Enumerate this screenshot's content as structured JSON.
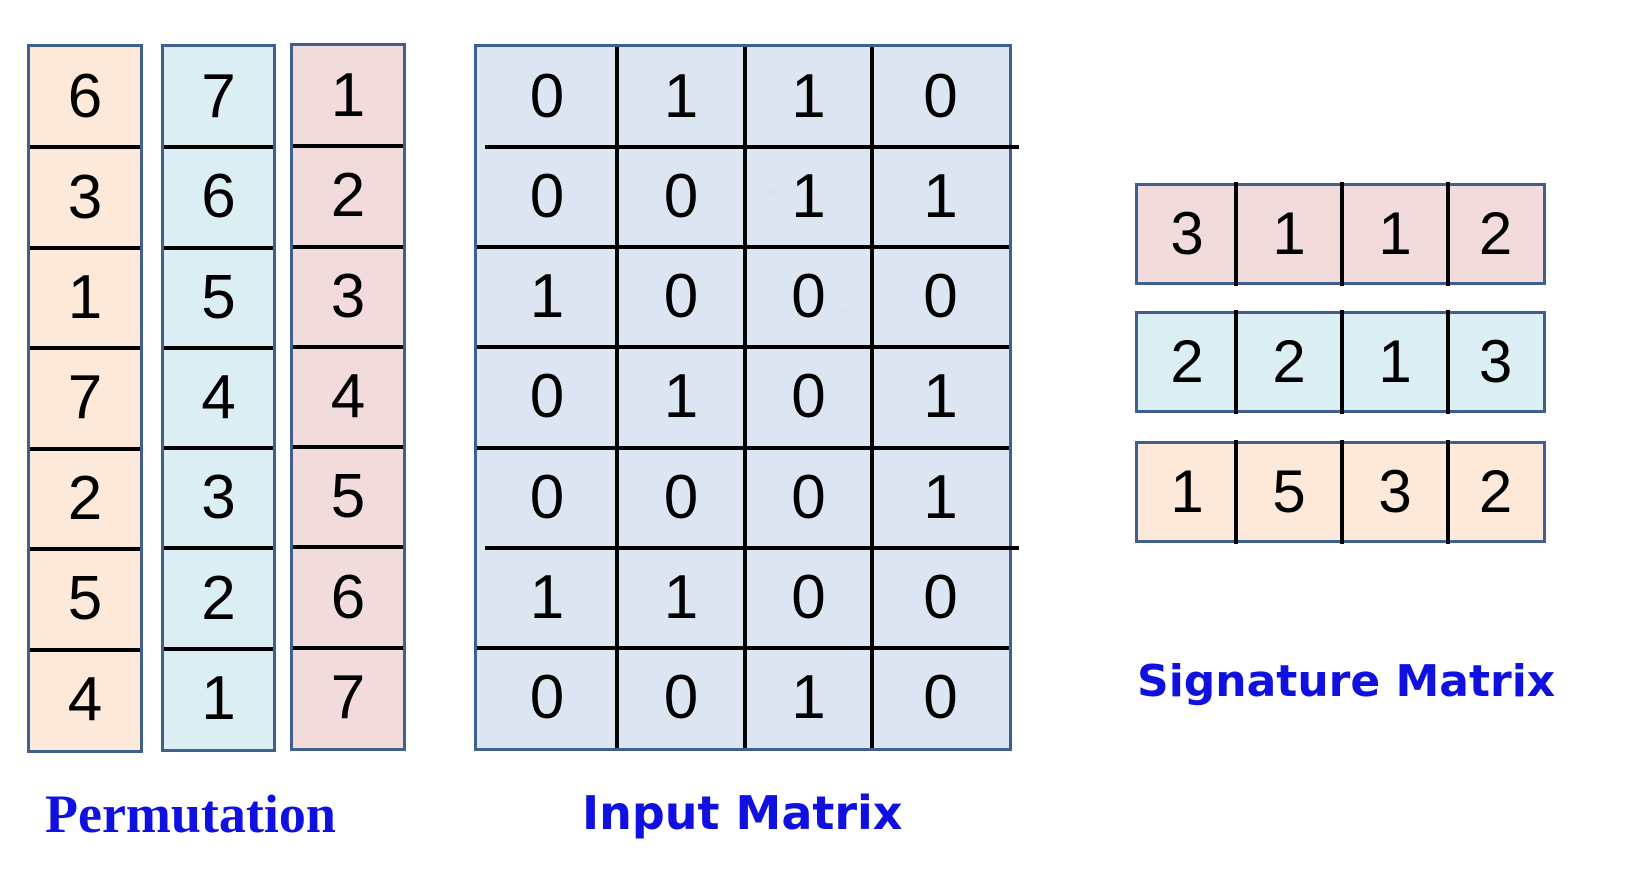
{
  "permutation": {
    "caption": "Permutation",
    "columns": [
      {
        "color": "#fde9d9",
        "values": [
          "6",
          "3",
          "1",
          "7",
          "2",
          "5",
          "4"
        ]
      },
      {
        "color": "#daeef3",
        "values": [
          "7",
          "6",
          "5",
          "4",
          "3",
          "2",
          "1"
        ]
      },
      {
        "color": "#f2dcdb",
        "values": [
          "1",
          "2",
          "3",
          "4",
          "5",
          "6",
          "7"
        ]
      }
    ]
  },
  "input_matrix": {
    "caption": "Input Matrix",
    "color": "#dce6f2",
    "rows": [
      [
        "0",
        "1",
        "1",
        "0"
      ],
      [
        "0",
        "0",
        "1",
        "1"
      ],
      [
        "1",
        "0",
        "0",
        "0"
      ],
      [
        "0",
        "1",
        "0",
        "1"
      ],
      [
        "0",
        "0",
        "0",
        "1"
      ],
      [
        "1",
        "1",
        "0",
        "0"
      ],
      [
        "0",
        "0",
        "1",
        "0"
      ]
    ]
  },
  "signature_matrix": {
    "caption": "Signature Matrix",
    "rows": [
      {
        "color": "#f2dcdb",
        "values": [
          "3",
          "1",
          "1",
          "2"
        ]
      },
      {
        "color": "#daeef3",
        "values": [
          "2",
          "2",
          "1",
          "3"
        ]
      },
      {
        "color": "#fde9d9",
        "values": [
          "1",
          "5",
          "3",
          "2"
        ]
      }
    ]
  }
}
